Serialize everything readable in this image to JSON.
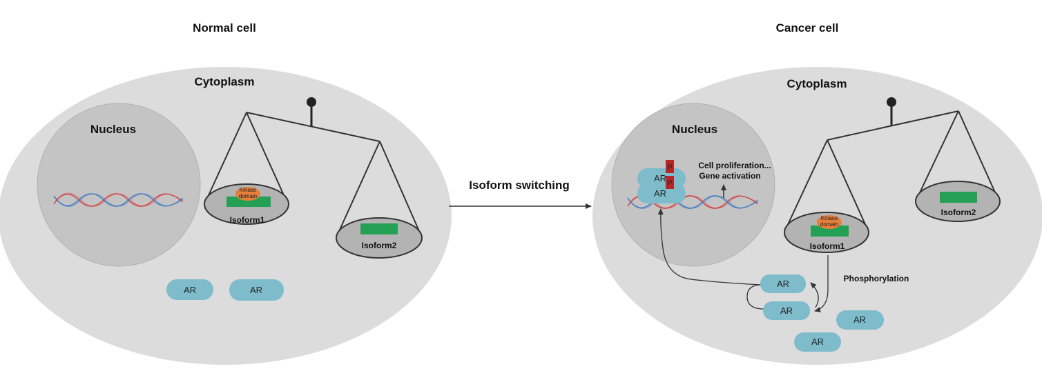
{
  "normal_cell": {
    "title": "Normal cell",
    "cytoplasm_label": "Cytoplasm",
    "nucleus_label": "Nucleus",
    "isoform1_label": "Isoform1",
    "isoform2_label": "Isoform2",
    "kinase_label_line1": "Kinase",
    "kinase_label_line2": "domain",
    "ar_labels": [
      "AR",
      "AR"
    ]
  },
  "arrow_label": "Isoform switching",
  "cancer_cell": {
    "title": "Cancer cell",
    "cytoplasm_label": "Cytoplasm",
    "nucleus_label": "Nucleus",
    "isoform1_label": "Isoform1",
    "isoform2_label": "Isoform2",
    "kinase_label_line1": "Kinase",
    "kinase_label_line2": "domain",
    "nuclear_ar_labels": [
      "AR",
      "AR"
    ],
    "phospho_tags": [
      "P",
      "P"
    ],
    "effect_line1": "Cell proliferation...",
    "effect_line2": "Gene activation",
    "phosphorylation_label": "Phosphorylation",
    "ar_labels": [
      "AR",
      "AR",
      "AR",
      "AR"
    ]
  },
  "colors": {
    "cytoplasm": "#dcdcdd",
    "nucleus": "#c5c4c5",
    "pan": "#b3b3b3",
    "kinase_bar": "#24a055",
    "kinase_domain": "#e57f3c",
    "ar_protein": "#7fbccb",
    "phospho": "#b62528",
    "dna_red": "#d24a4a",
    "dna_blue": "#4a7fc1"
  }
}
